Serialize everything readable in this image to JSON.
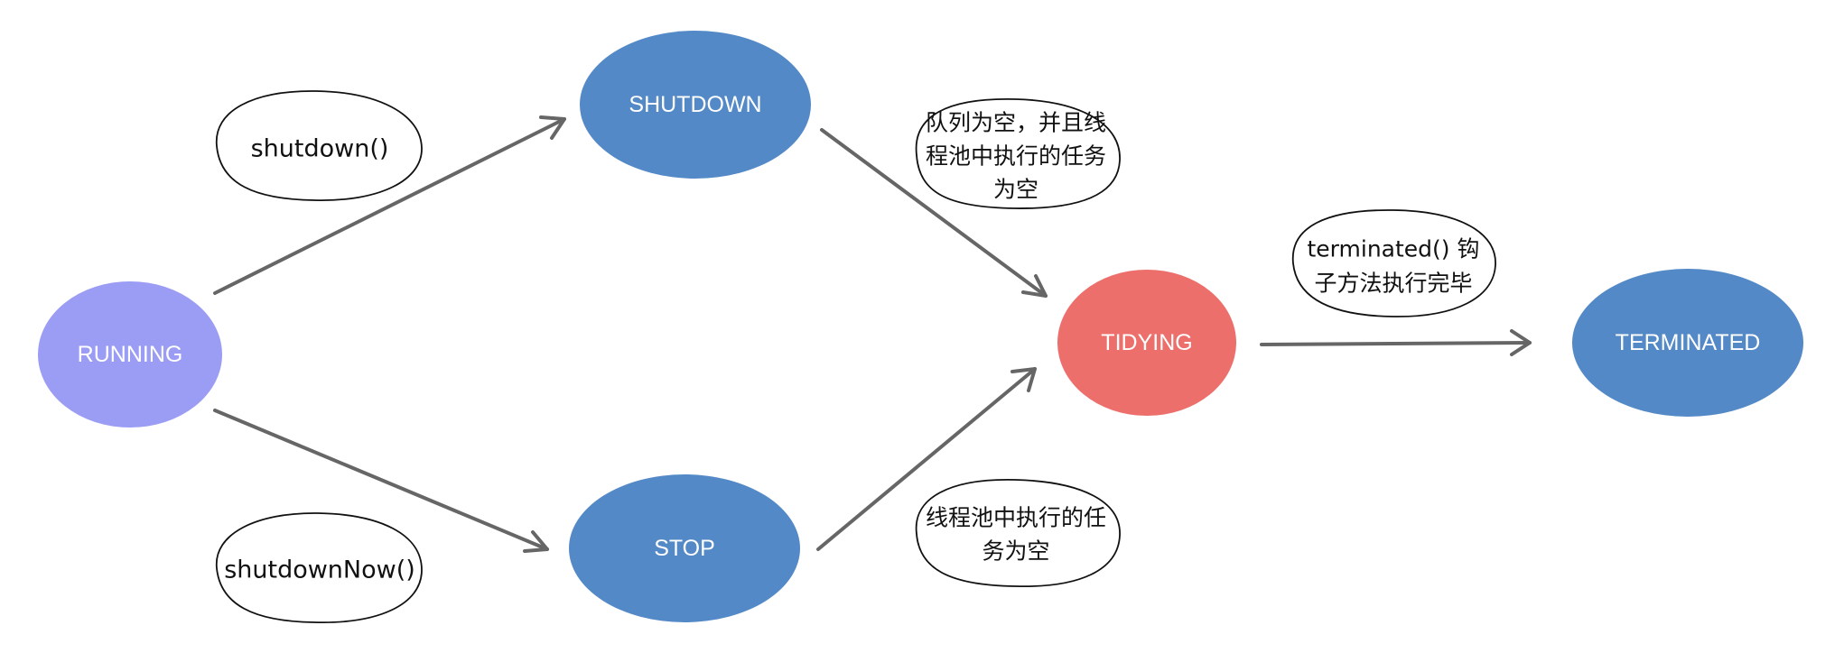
{
  "diagram": {
    "states": {
      "running": {
        "label": "RUNNING",
        "color": "#9b9df5"
      },
      "shutdown": {
        "label": "SHUTDOWN",
        "color": "#5389c6"
      },
      "stop": {
        "label": "STOP",
        "color": "#5389c6"
      },
      "tidying": {
        "label": "TIDYING",
        "color": "#ec6f6b"
      },
      "terminated": {
        "label": "TERMINATED",
        "color": "#5389c6"
      }
    },
    "notes": {
      "shutdown_call": {
        "lines": [
          "shutdown()"
        ]
      },
      "shutdown_now_call": {
        "lines": [
          "shutdownNow()"
        ]
      },
      "queue_empty": {
        "lines": [
          "队列为空，并且线",
          "程池中执行的任务",
          "为空"
        ]
      },
      "pool_empty": {
        "lines": [
          "线程池中执行的任",
          "务为空"
        ]
      },
      "terminated_hook": {
        "lines": [
          "terminated() 钩",
          "子方法执行完毕"
        ]
      }
    },
    "arrow_color": "#666666"
  }
}
